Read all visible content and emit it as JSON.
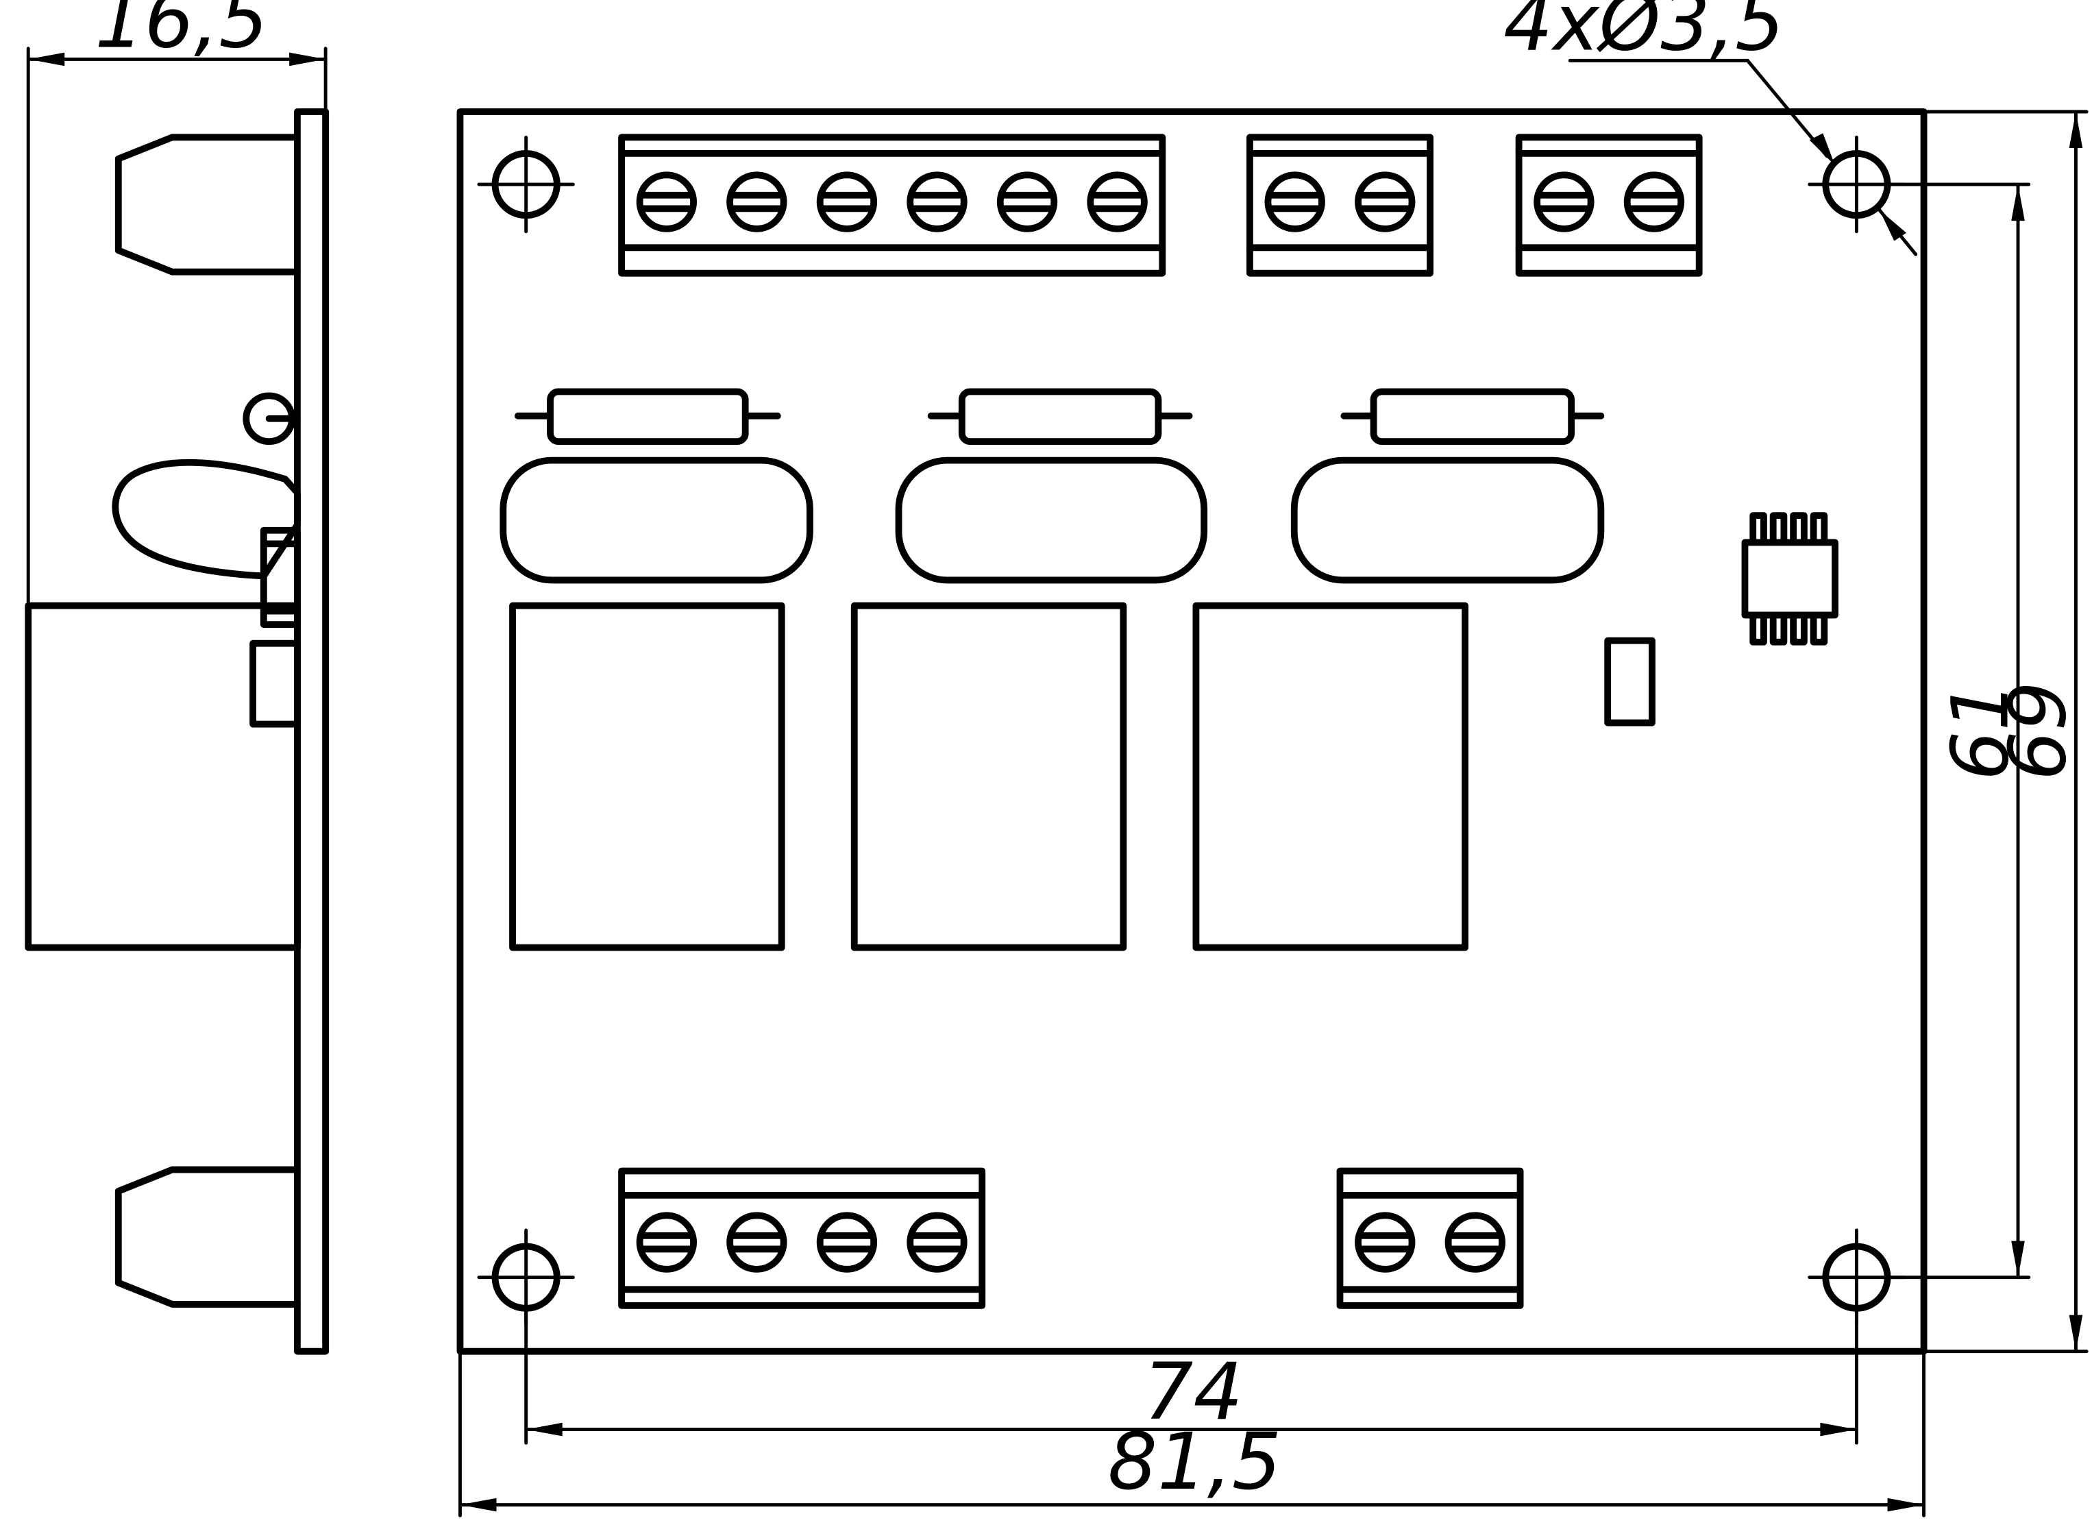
{
  "drawing": {
    "title": "PCB dimension drawing",
    "dimensions": {
      "thickness": "16,5",
      "holes": "4xØ3,5",
      "hole_spacing_vertical": "61",
      "height": "69",
      "hole_spacing_horizontal": "74",
      "width": "81,5"
    },
    "components": {
      "top_terminal_blocks": [
        6,
        2,
        2
      ],
      "bottom_terminal_blocks": [
        4,
        2
      ],
      "relays": 3,
      "relay_caps": 3,
      "resistors": 3,
      "chip_pins_per_side": 4
    }
  }
}
